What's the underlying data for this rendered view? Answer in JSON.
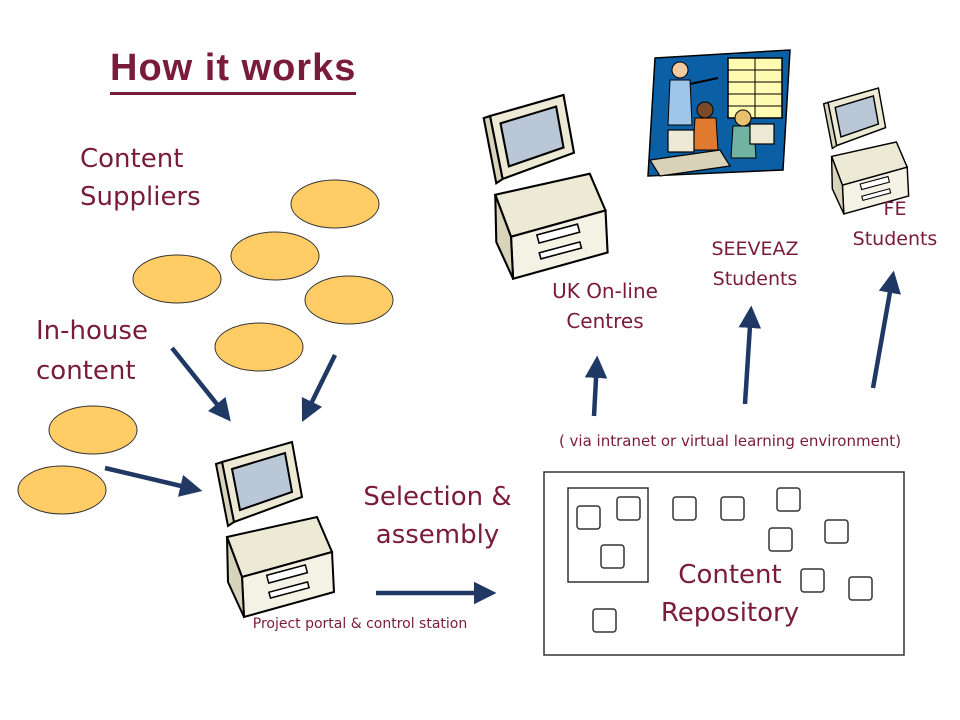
{
  "title": "How it works",
  "labels": {
    "content_suppliers": [
      "Content",
      "Suppliers"
    ],
    "in_house_content": [
      "In-house",
      "content"
    ],
    "selection_assembly": [
      "Selection &",
      "assembly"
    ],
    "project_portal": "Project portal & control station",
    "via": "( via intranet or virtual learning environment)",
    "content_repository": [
      "Content",
      "Repository"
    ],
    "uk_online_centres": [
      "UK On-line",
      "Centres"
    ],
    "seeveaz_students": [
      "SEEVEAZ",
      "Students"
    ],
    "fe_students": [
      "FE",
      "Students"
    ]
  },
  "colors": {
    "text": "#7a1b3c",
    "ellipse_fill": "#ffcc66",
    "arrow": "#1f3864",
    "computer_body": "#f2f0e0",
    "computer_screen": "#b9c7d6"
  },
  "icons": [
    "computer-icon",
    "classroom-clipart-icon",
    "content-ellipse",
    "content-square"
  ]
}
